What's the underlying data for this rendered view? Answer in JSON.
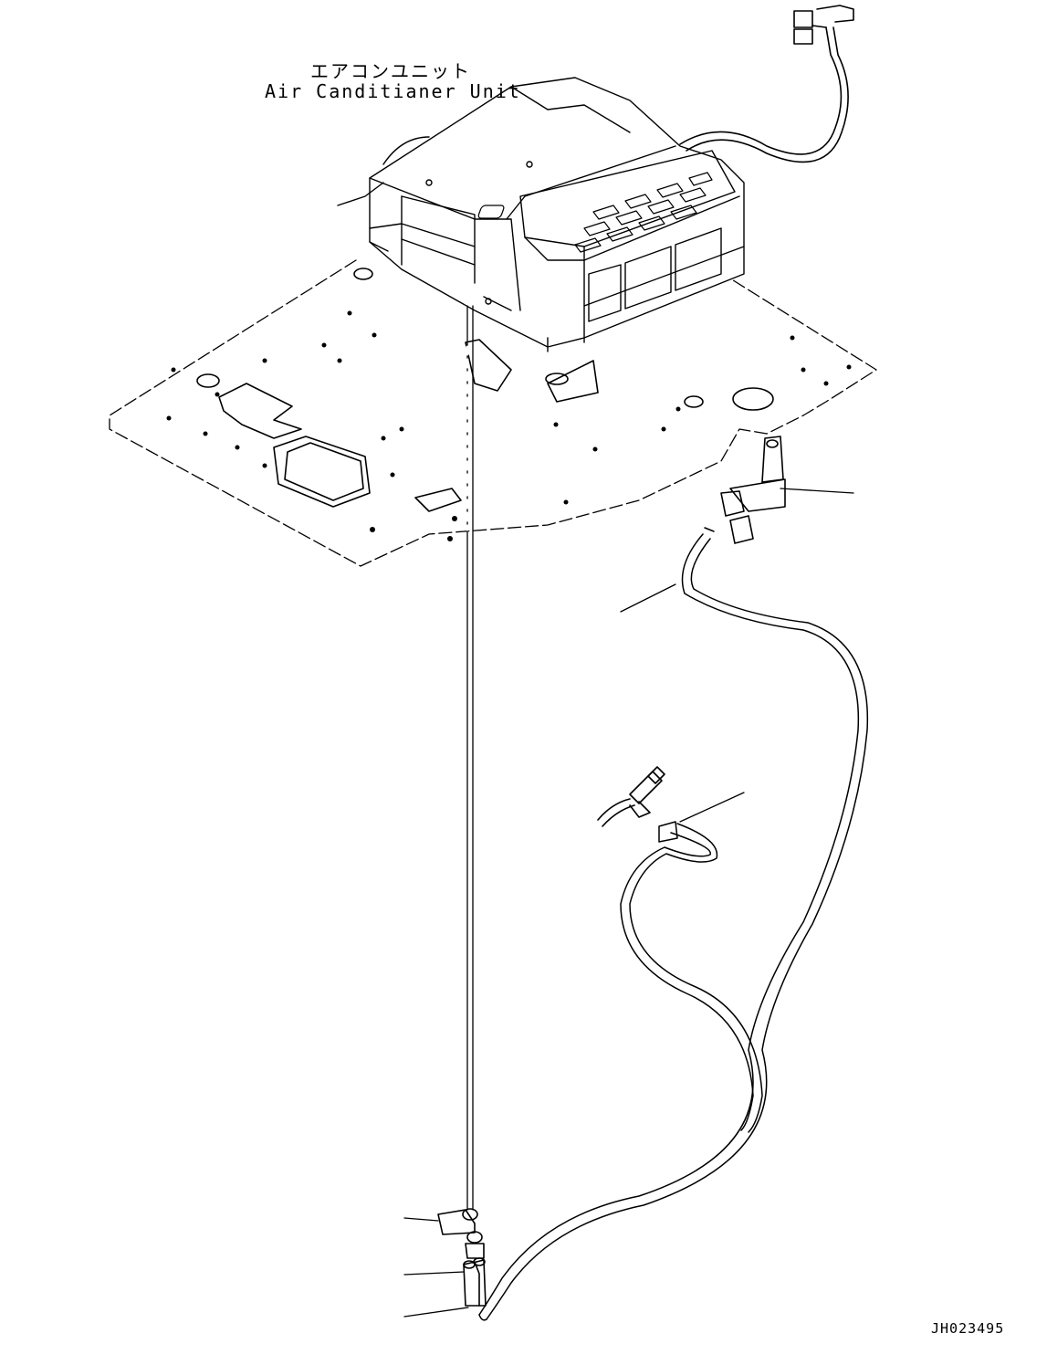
{
  "unit_label": {
    "japanese": "エアコンユニット",
    "english": "Air Canditianer Unit"
  },
  "drawing_code": "JH023495",
  "colors": {
    "line": "#000000",
    "background": "#ffffff"
  }
}
